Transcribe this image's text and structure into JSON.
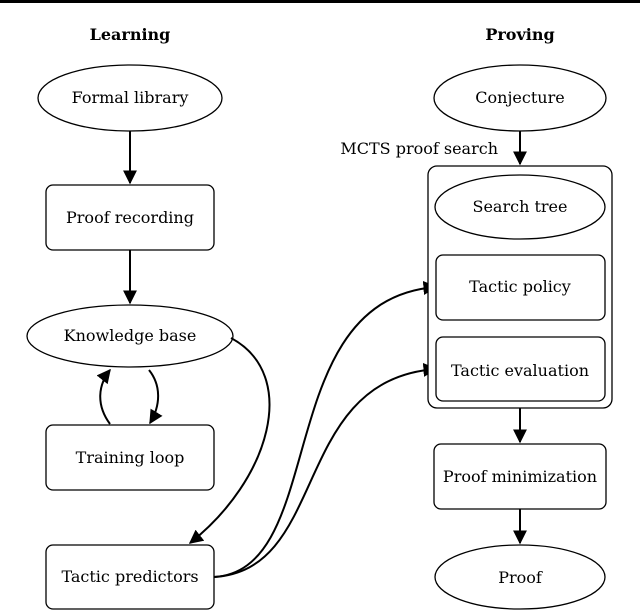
{
  "headings": {
    "learning": "Learning",
    "proving": "Proving"
  },
  "nodes": {
    "formal_library": "Formal library",
    "proof_recording": "Proof recording",
    "knowledge_base": "Knowledge base",
    "training_loop": "Training loop",
    "tactic_predictors": "Tactic predictors",
    "conjecture": "Conjecture",
    "search_tree": "Search tree",
    "tactic_policy": "Tactic policy",
    "tactic_evaluation": "Tactic evaluation",
    "proof_minimization": "Proof minimization",
    "proof": "Proof"
  },
  "labels": {
    "mcts": "MCTS proof search"
  },
  "colors": {
    "stroke": "#000000",
    "fill": "#ffffff"
  }
}
